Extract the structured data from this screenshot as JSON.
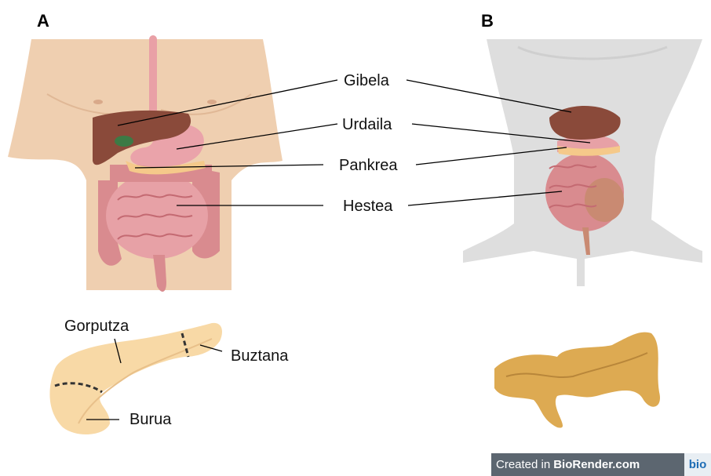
{
  "panels": {
    "a": "A",
    "b": "B"
  },
  "labels": {
    "liver": "Gibela",
    "stomach": "Urdaila",
    "pancreas": "Pankrea",
    "intestine": "Hestea",
    "body": "Gorputza",
    "tail": "Buztana",
    "head": "Burua"
  },
  "watermark": {
    "prefix": "Created in",
    "brand": "BioRender.com",
    "logo": "bio"
  },
  "colors": {
    "skin": "#efcfb0",
    "liver": "#8a4a3a",
    "stomach": "#e89aa3",
    "pancreas": "#f5c98a",
    "intestine": "#d98b8f",
    "mouse_body": "#dedede",
    "mouse_pancreas": "#d9a04a"
  }
}
